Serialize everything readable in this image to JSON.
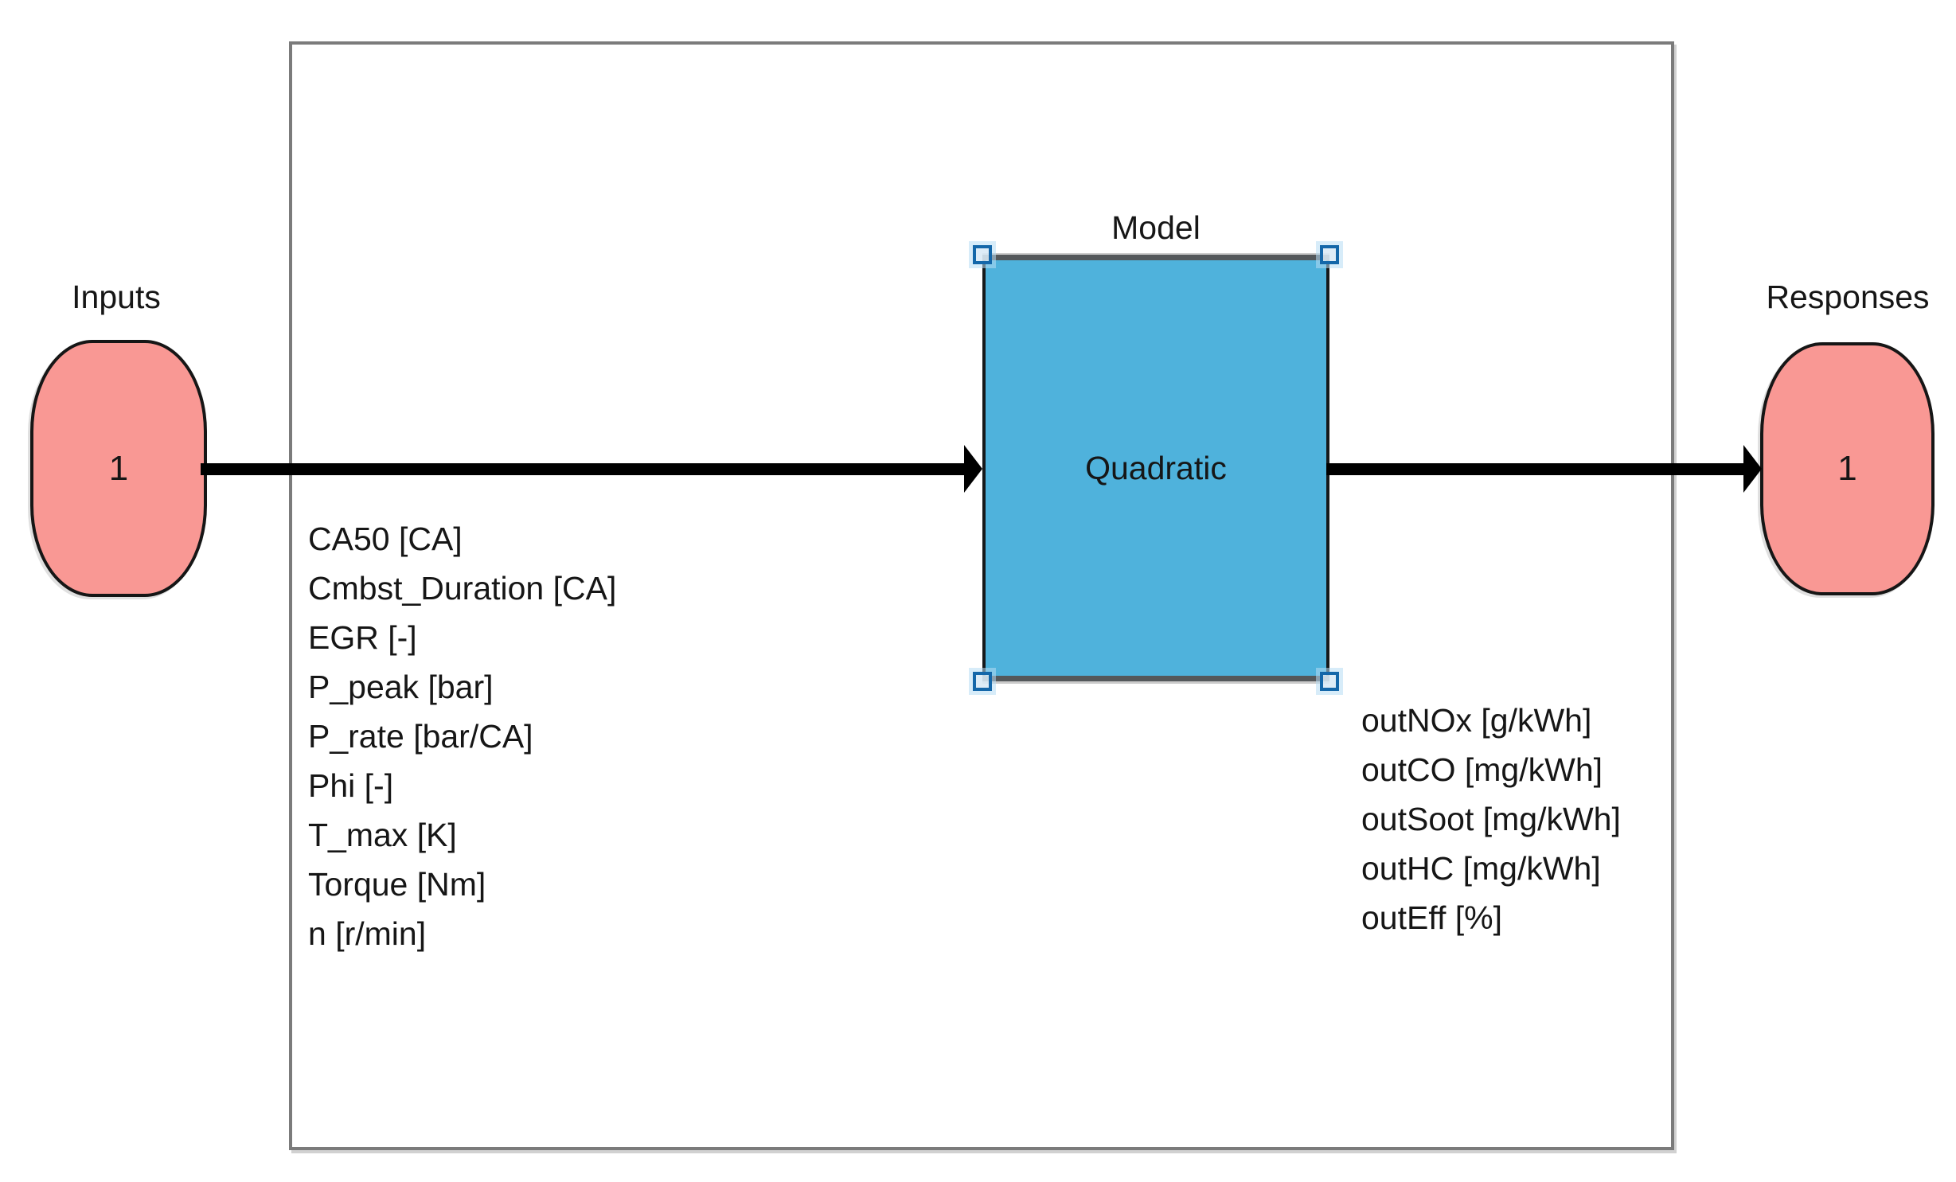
{
  "diagram": {
    "inport": {
      "label": "Inputs",
      "number": "1"
    },
    "outport": {
      "label": "Responses",
      "number": "1"
    },
    "model_block": {
      "caption": "Model",
      "name": "Quadratic"
    },
    "input_signals": [
      "CA50 [CA]",
      "Cmbst_Duration [CA]",
      "EGR [-]",
      "P_peak [bar]",
      "P_rate [bar/CA]",
      "Phi [-]",
      "T_max [K]",
      "Torque [Nm]",
      "n [r/min]"
    ],
    "output_signals": [
      "outNOx [g/kWh]",
      "outCO [mg/kWh]",
      "outSoot [mg/kWh]",
      "outHC [mg/kWh]",
      "outEff [%]"
    ],
    "colors": {
      "port_fill": "#F99894",
      "port_border": "#161616",
      "block_fill": "#4FB2DC",
      "block_border": "#16191B",
      "selection_band": "#54585B",
      "handle_border": "#1467A9",
      "frame_border": "#7B7B7B",
      "arrow": "#000000",
      "text": "#161616"
    }
  }
}
